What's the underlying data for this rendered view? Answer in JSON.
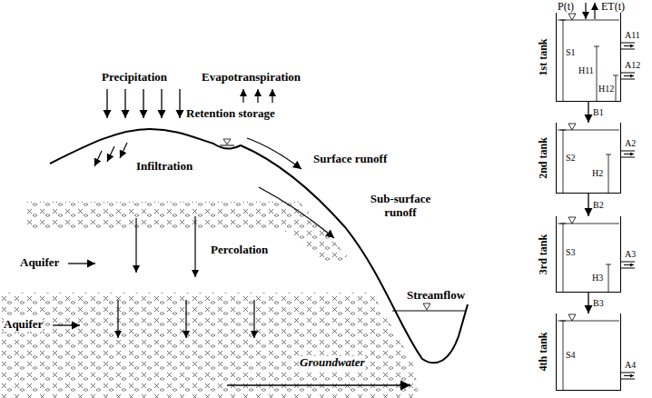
{
  "diagram": {
    "nodes": [
      {
        "text": [
          "1st tank"
        ]
      },
      {
        "text": [
          "2nd tank"
        ]
      },
      {
        "text": [
          "3rd tank"
        ]
      },
      {
        "text": [
          "4th tank"
        ]
      }
    ],
    "edges": [
      {
        "from": 0,
        "to": 1,
        "arrow": "to",
        "label": "B1"
      },
      {
        "from": 1,
        "to": 2,
        "arrow": "to",
        "label": "B2"
      },
      {
        "from": 2,
        "to": 3,
        "arrow": "to",
        "label": "B3"
      }
    ],
    "labels": [
      "Precipitation",
      "Evapotranspiration",
      "Retention storage",
      "Infiltration",
      "Surface runoff",
      "Sub-surface runoff",
      "Aquifer",
      "Percolation",
      "Streamflow",
      "Aquifer",
      "Groundwater",
      "P(t)",
      "ET(t)",
      "S1",
      "H11",
      "H12",
      "A11",
      "A12",
      "S2",
      "H2",
      "A2",
      "S3",
      "H3",
      "A3",
      "S4",
      "A4"
    ]
  }
}
